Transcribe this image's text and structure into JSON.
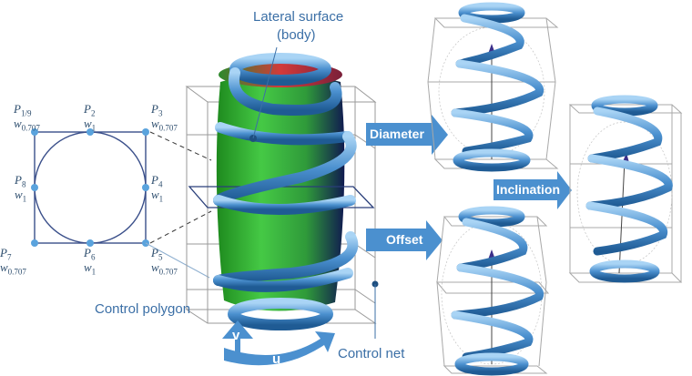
{
  "labels": {
    "lateral_surface": "Lateral surface",
    "body": "(body)",
    "control_polygon": "Control polygon",
    "control_net": "Control net",
    "diameter": "Diameter",
    "offset": "Offset",
    "inclination": "Inclination",
    "v": "v",
    "u": "u"
  },
  "points": [
    {
      "p": "P",
      "p_sub": "1/9",
      "w": "w",
      "w_sub": "0.707"
    },
    {
      "p": "P",
      "p_sub": "2",
      "w": "w",
      "w_sub": "1"
    },
    {
      "p": "P",
      "p_sub": "3",
      "w": "w",
      "w_sub": "0.707"
    },
    {
      "p": "P",
      "p_sub": "8",
      "w": "w",
      "w_sub": "1"
    },
    {
      "p": "P",
      "p_sub": "4",
      "w": "w",
      "w_sub": "1"
    },
    {
      "p": "P",
      "p_sub": "7",
      "w": "w",
      "w_sub": "0.707"
    },
    {
      "p": "P",
      "p_sub": "6",
      "w": "w",
      "w_sub": "1"
    },
    {
      "p": "P",
      "p_sub": "5",
      "w": "w",
      "w_sub": "0.707"
    }
  ],
  "colors": {
    "accent": "#4b90cf",
    "spring": "#5aa3dd",
    "body_green": "#3fbf3f",
    "label_text": "#3b6fa6",
    "polygon": "#3a4f8a"
  }
}
